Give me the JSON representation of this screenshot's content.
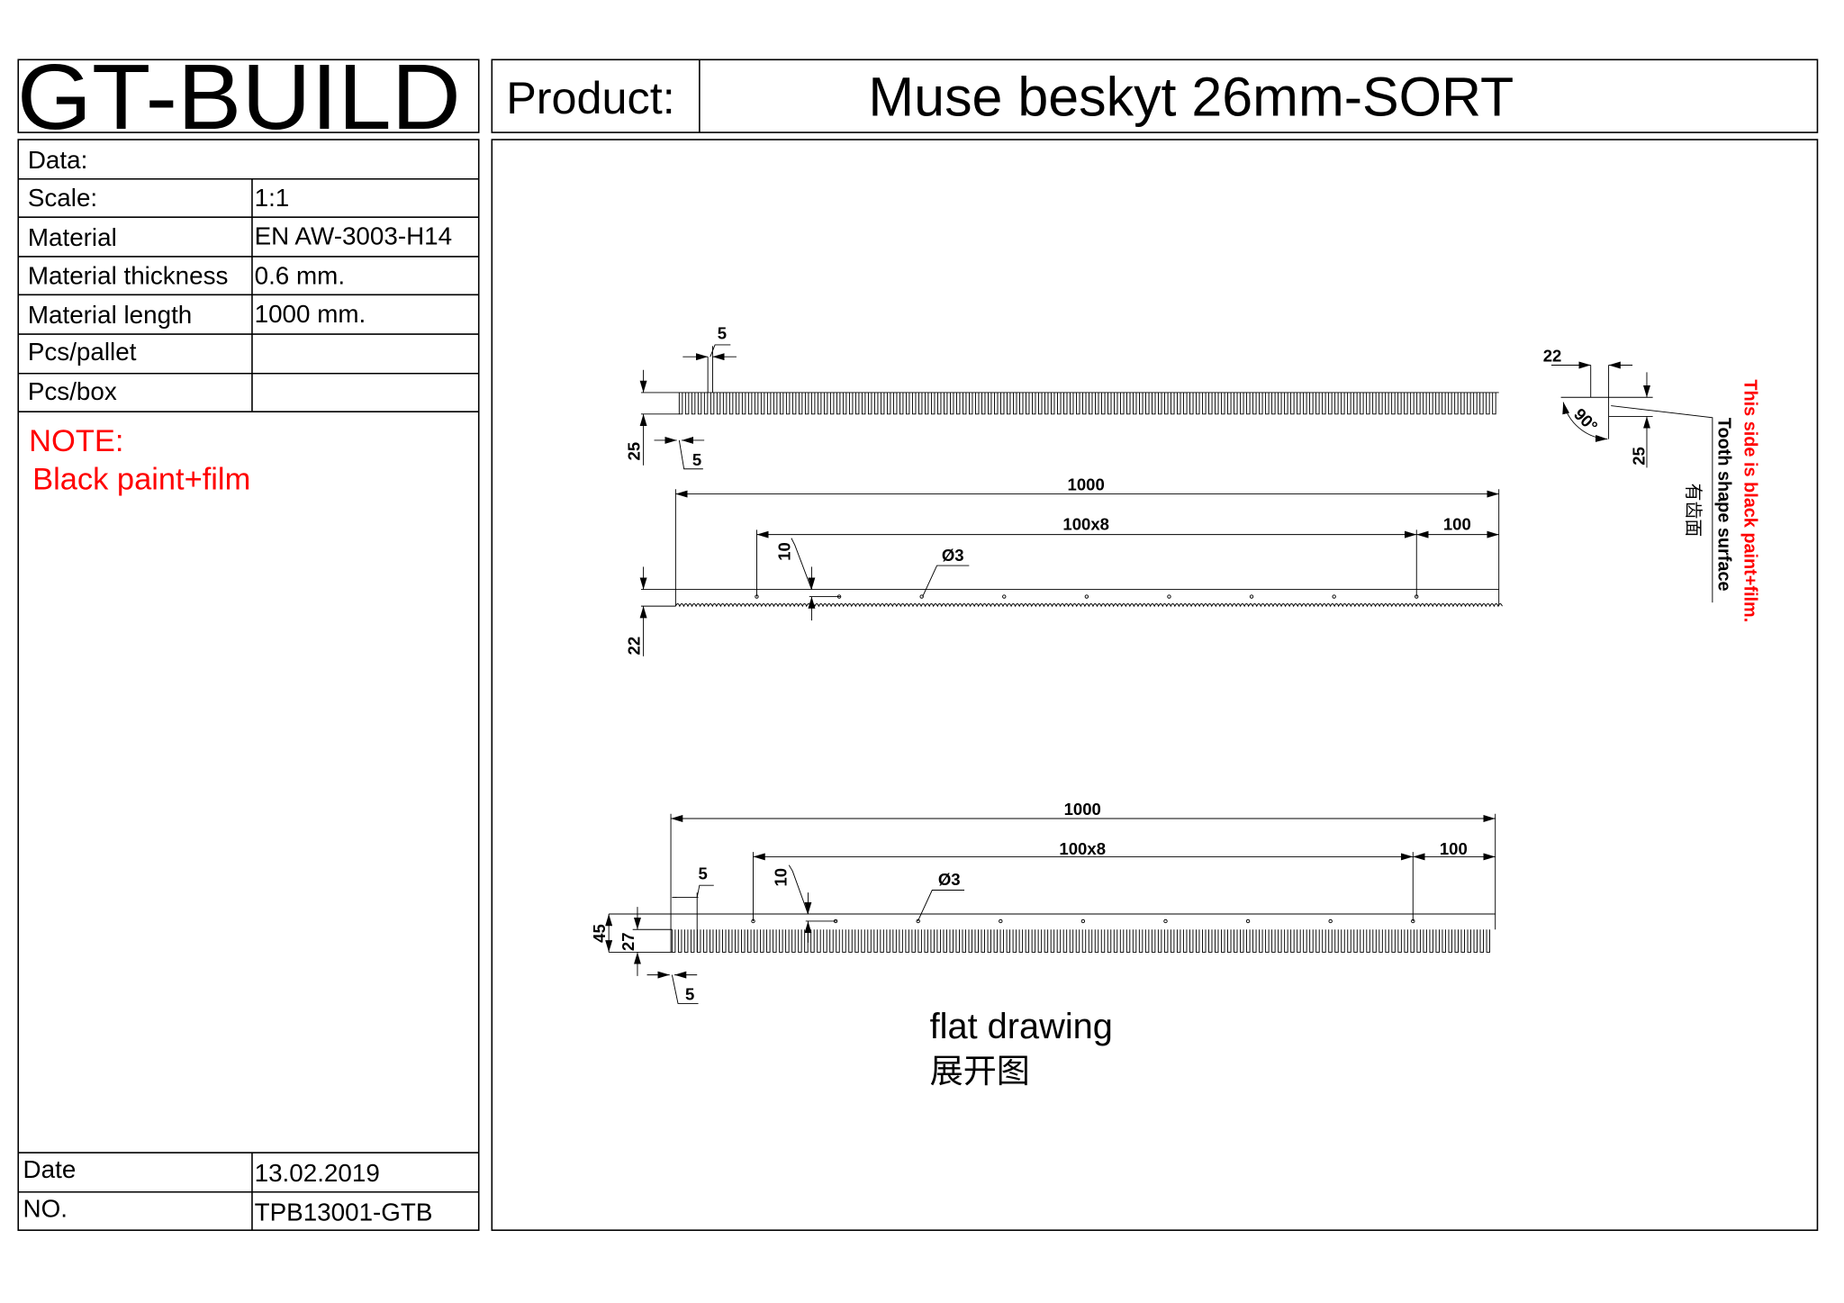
{
  "logo": "GT-BUILD",
  "product": {
    "label": "Product:",
    "title": "Muse beskyt 26mm-SORT"
  },
  "info_table": [
    {
      "label": "Data:",
      "value": ""
    },
    {
      "label": "Scale:",
      "value": "1:1"
    },
    {
      "label": "Material",
      "value": "EN AW-3003-H14"
    },
    {
      "label": "Material thickness",
      "value": "0.6 mm."
    },
    {
      "label": "Material length",
      "value": "1000 mm."
    },
    {
      "label": "Pcs/pallet",
      "value": ""
    },
    {
      "label": "Pcs/box",
      "value": ""
    }
  ],
  "note": {
    "title": "NOTE:",
    "text": "Black paint+film",
    "color": "#ff0000"
  },
  "footer": [
    {
      "label": "Date",
      "value": "13.02.2019"
    },
    {
      "label": "NO.",
      "value": "TPB13001-GTB"
    }
  ],
  "drawing": {
    "top_view": {
      "height": "25",
      "tooth_width": "5",
      "tooth_gap": "5"
    },
    "side_view": {
      "length": "1000",
      "hole_spacing": "100x8",
      "end_spacing": "100",
      "hole_offset": "10",
      "hole_diameter": "Ø3",
      "height": "22"
    },
    "profile": {
      "width": "22",
      "height": "25",
      "angle": "90°",
      "tooth_label": "Tooth shape surface",
      "tooth_label_cn": "有齿面",
      "paint_note": "This side is black paint+film."
    },
    "flat": {
      "length": "1000",
      "hole_spacing": "100x8",
      "end_spacing": "100",
      "hole_offset": "10",
      "hole_diameter": "Ø3",
      "total_height": "45",
      "tooth_height": "27",
      "tooth_width": "5",
      "tooth_gap": "5",
      "caption": "flat drawing",
      "caption_cn": "展开图"
    }
  }
}
